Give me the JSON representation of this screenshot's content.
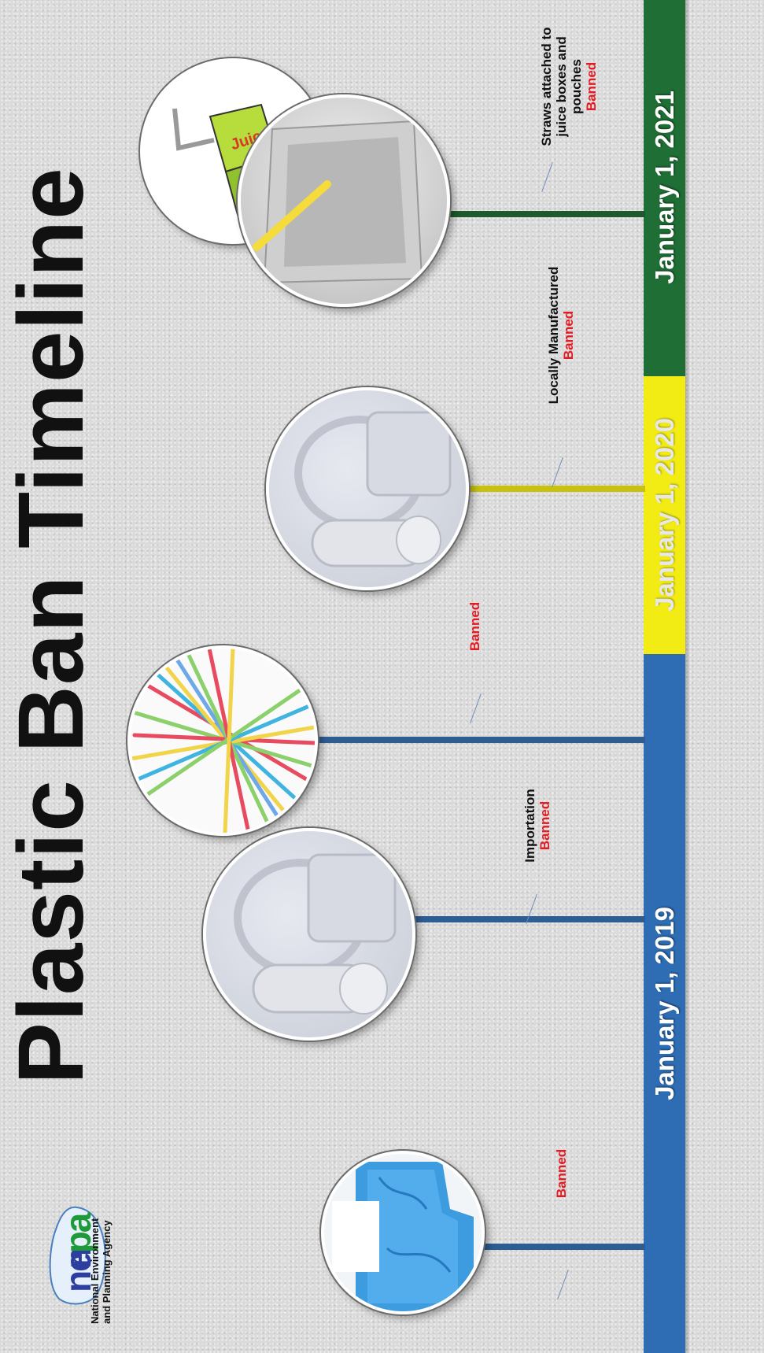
{
  "title": "Plastic Ban Timeline",
  "logo": {
    "text": "nepa",
    "org_line1": "National Environment",
    "org_line2": "and Planning Agency"
  },
  "timeline": [
    {
      "label": "January 1, 2019",
      "color": "#2e6db4"
    },
    {
      "label": "January 1, 2020",
      "color": "#f2ec14"
    },
    {
      "label": "January 1, 2021",
      "color": "#1f6e35"
    }
  ],
  "items": [
    {
      "image": "plastic-bags",
      "caption_lines": [],
      "status": "Banned"
    },
    {
      "image": "styrofoam-containers",
      "caption_lines": [
        "Importation"
      ],
      "status": "Banned"
    },
    {
      "image": "plastic-straws",
      "caption_lines": [],
      "status": "Banned"
    },
    {
      "image": "styrofoam-containers",
      "caption_lines": [
        "Locally Manufactured"
      ],
      "status": "Banned"
    },
    {
      "image": "juice-box-and-pouch",
      "caption_lines": [
        "Straws attached to",
        "juice boxes and",
        "pouches"
      ],
      "status": "Banned"
    }
  ],
  "colors": {
    "stem_blue": "#2f5d92",
    "stem_yellow": "#c9c20d",
    "stem_green": "#1f5a2e",
    "banned_red": "#e31b23"
  }
}
